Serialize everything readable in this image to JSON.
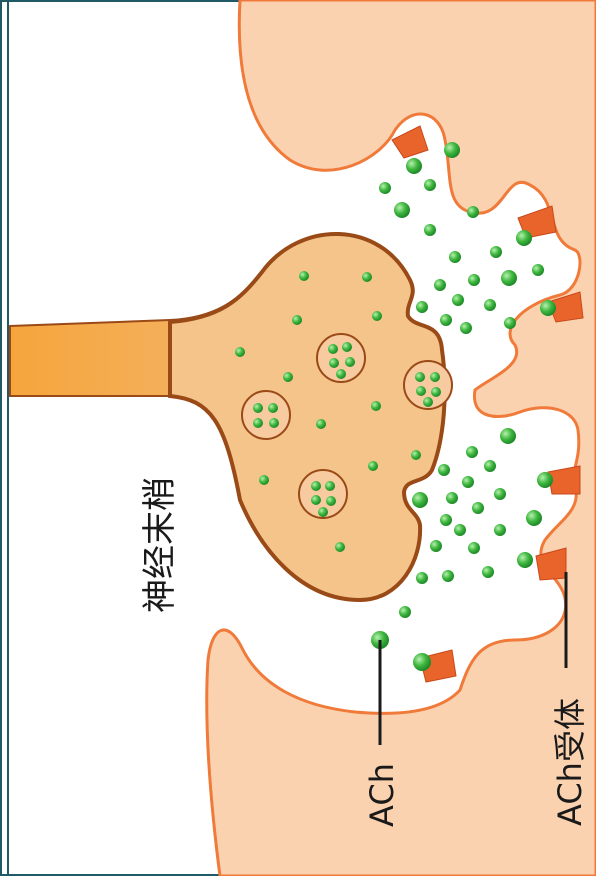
{
  "labels": {
    "nerve_terminal": "神经末梢",
    "ach": "ACh",
    "ach_receptor": "ACh受体"
  },
  "colors": {
    "axon": "#f6a53c",
    "terminal_fill": "#f4c48a",
    "terminal_outline": "#9a4a16",
    "muscle_fill": "#fbd2b0",
    "muscle_outline": "#f07a3a",
    "receptor": "#e8642a",
    "ach": "#3fb83f",
    "frame": "#1f5a66"
  },
  "icons": {
    "vesicle": "vesicle-icon",
    "ach_molecule": "ach-molecule-icon",
    "receptor": "receptor-icon"
  }
}
